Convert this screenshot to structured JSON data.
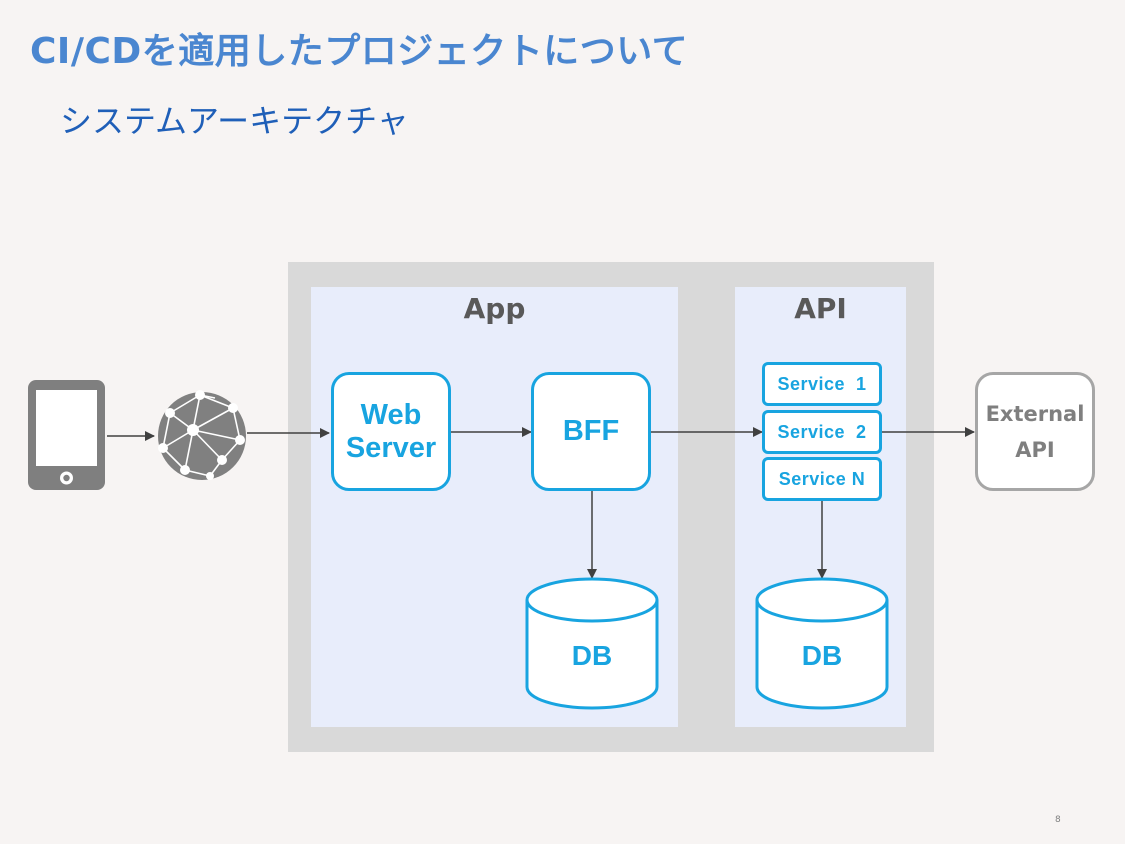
{
  "slide": {
    "title": "CI/CDを適用したプロジェクトについて",
    "subtitle": "システムアーキテクチャ",
    "page_number": "8"
  },
  "diagram": {
    "app_panel": {
      "label": "App"
    },
    "api_panel": {
      "label": "API"
    },
    "nodes": {
      "client_device": {
        "icon": "tablet-icon"
      },
      "internet": {
        "icon": "globe-network-icon"
      },
      "web_server": {
        "line1": "Web",
        "line2": "Server"
      },
      "bff": {
        "label": "BFF"
      },
      "service_1": {
        "label": "Service  1"
      },
      "service_2": {
        "label": "Service  2"
      },
      "service_n": {
        "label": "Service N"
      },
      "external_api": {
        "line1": "External",
        "line2": "API"
      },
      "app_db": {
        "label": "DB"
      },
      "api_db": {
        "label": "DB"
      }
    },
    "edges": [
      {
        "from": "client_device",
        "to": "internet"
      },
      {
        "from": "internet",
        "to": "web_server"
      },
      {
        "from": "web_server",
        "to": "bff"
      },
      {
        "from": "bff",
        "to": "service_2"
      },
      {
        "from": "service_2",
        "to": "external_api"
      },
      {
        "from": "bff",
        "to": "app_db"
      },
      {
        "from": "service_n",
        "to": "api_db"
      }
    ],
    "colors": {
      "accent": "#18a4e0",
      "title": "#4a86d0",
      "subtitle": "#1f5fb8",
      "panel_bg": "#e8edfb",
      "outer_bg": "#d9d9d9",
      "icon_gray": "#7f7f7f",
      "arrow": "#404040"
    }
  }
}
